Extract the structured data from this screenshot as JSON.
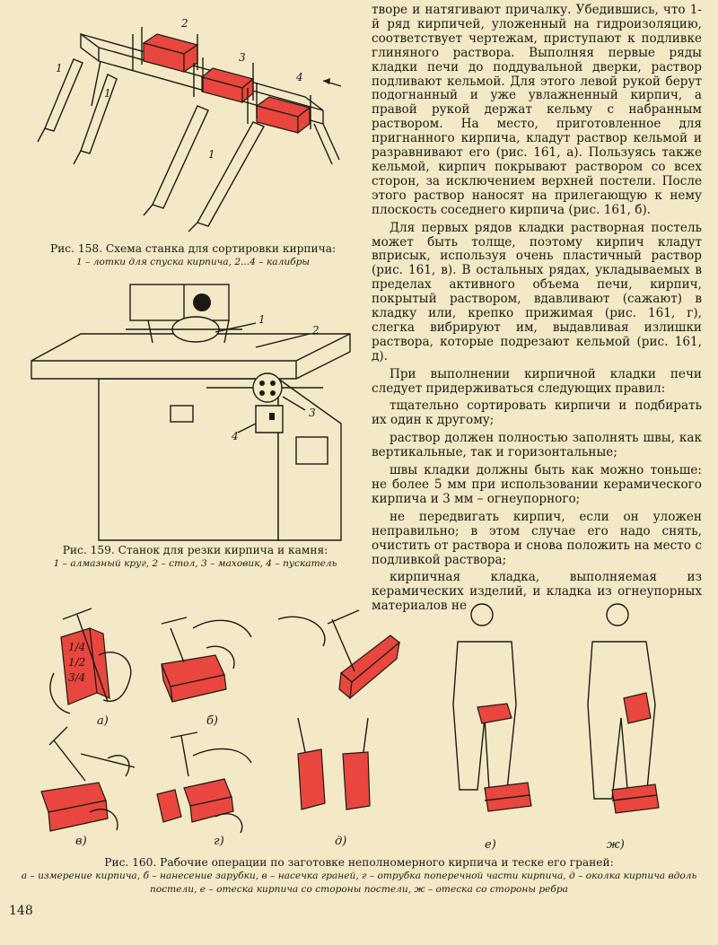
{
  "figure158": {
    "caption": "Рис. 158. Схема станка для сортировки кирпича:",
    "legend": "1 – лотки для спуска кирпича, 2...4 – калибры",
    "labels": [
      "1",
      "1",
      "1",
      "2",
      "3",
      "4"
    ]
  },
  "figure159": {
    "caption": "Рис. 159. Станок для резки кирпича и камня:",
    "legend": "1 – алмазный круг, 2 – стол, 3 – маховик, 4 – пускатель",
    "labels": [
      "1",
      "2",
      "3",
      "4"
    ]
  },
  "figure160": {
    "caption": "Рис. 160. Рабочие операции по заготовке неполномерного кирпича и теске его граней:",
    "legend_line1": "а – измерение кирпича, б – нанесение зарубки, в – насечка граней, г – отрубка поперечной части кирпича, д – околка кирпича вдоль",
    "legend_line2": "постели, е – отеска кирпича со стороны постели, ж – отеска со стороны ребра",
    "panels": [
      "а)",
      "б)",
      "в)",
      "г)",
      "д)",
      "е)",
      "ж)"
    ],
    "brick_marks": [
      "1/4",
      "1/2",
      "3/4"
    ]
  },
  "text": {
    "p1": "творе и натягивают причалку. Убедившись, что 1-й ряд кирпичей, уложенный на гидроизоляцию, соответствует чертежам, приступают к подливке глиняного раствора. Выполняя первые ряды кладки печи до поддувальной дверки, раствор подливают кельмой. Для этого левой рукой берут подогнанный и уже увлажненный кирпич, а правой рукой держат кельму с набранным раствором. На место, приготовленное для пригнанного кирпича, кладут раствор кельмой и разравнивают его (рис. 161, а). Пользуясь также кельмой, кирпич покрывают раствором со всех сторон, за исключением верхней постели. После этого раствор наносят на прилегающую к нему плоскость соседнего кирпича (рис. 161, б).",
    "p2": "Для первых рядов кладки растворная постель может быть толще, поэтому кирпич кладут вприсык, используя очень пластичный раствор (рис. 161, в). В остальных рядах, укладываемых в пределах активного объема печи, кирпич, покрытый раствором, вдавливают (сажают) в кладку или, крепко прижимая (рис. 161, г), слегка вибрируют им, выдавливая излишки раствора, которые подрезают кельмой (рис. 161, д).",
    "p3": "При выполнении кирпичной кладки печи следует придерживаться следующих правил:",
    "r1": "тщательно сортировать кирпичи и подбирать их один к другому;",
    "r2": "раствор должен полностью заполнять швы, как вертикальные, так и горизонтальные;",
    "r3": "швы кладки должны быть как можно тоньше: не более 5 мм при использовании керамического кирпича и 3 мм – огнеупорного;",
    "r4": "не передвигать кирпич, если он уложен неправильно; в этом случае его надо снять, очистить от раствора и снова положить на место с подливкой раствора;",
    "r5": "кирпичная кладка, выполняемая из керамических изделий, и кладка из огнеупорных материалов не"
  },
  "page_number": "148",
  "colors": {
    "paper": "#f3e9c6",
    "brick": "#e8463f",
    "ink": "#1d1a14"
  }
}
